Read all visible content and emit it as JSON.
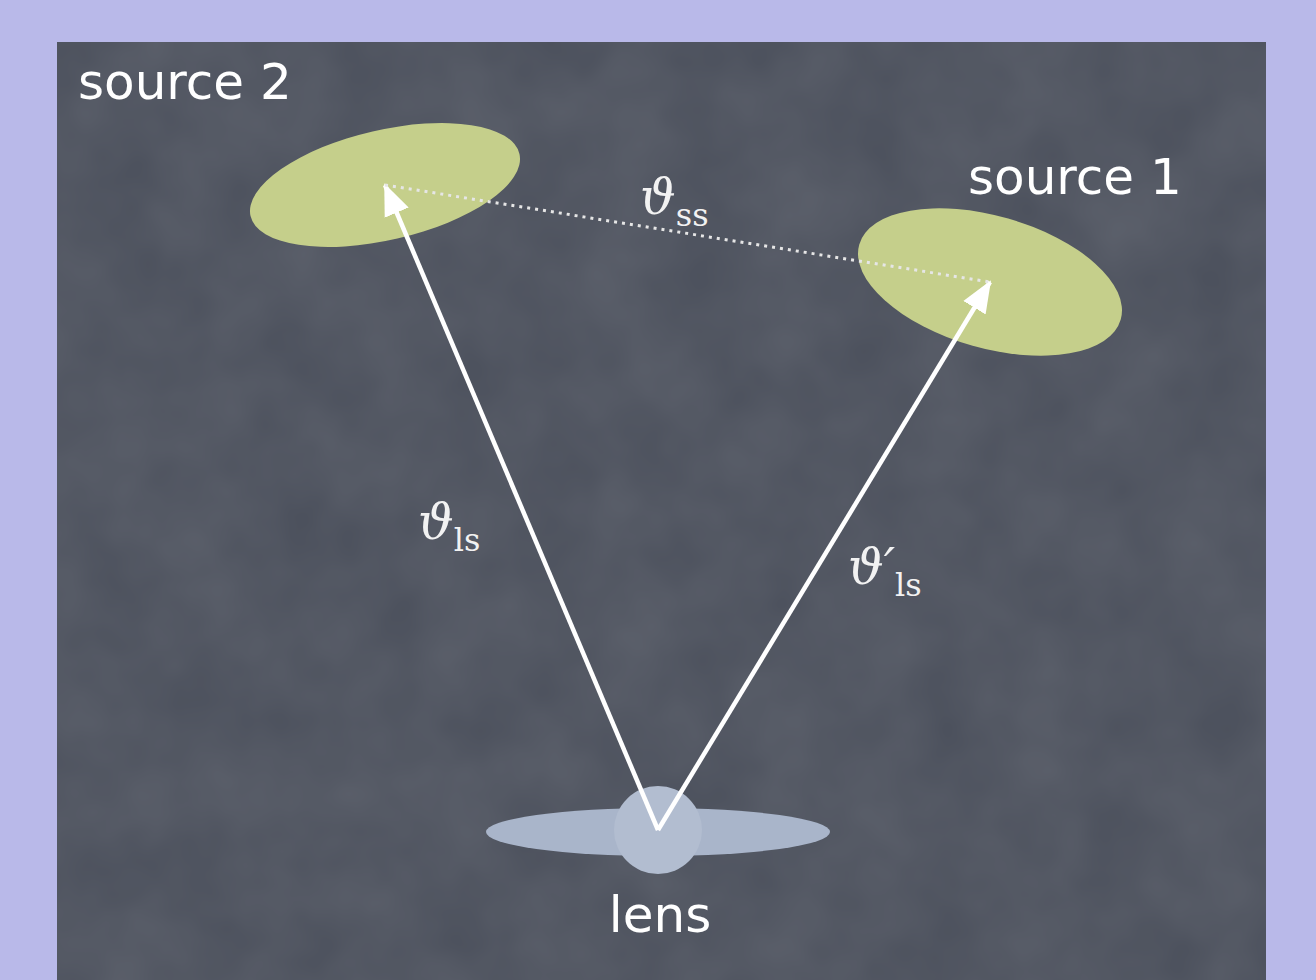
{
  "diagram": {
    "nodes": [
      {
        "text": [
          "source 2"
        ]
      },
      {
        "text": [
          "source 1"
        ]
      },
      {
        "text": [
          "lens"
        ]
      }
    ],
    "edges": [
      {
        "from": 2,
        "to": 0,
        "arrow": "to",
        "label": "ϑls"
      },
      {
        "from": 2,
        "to": 1,
        "arrow": "to",
        "label": "ϑ′ls"
      },
      {
        "from": 0,
        "to": 1,
        "arrow": "none",
        "label": "ϑss"
      }
    ]
  }
}
